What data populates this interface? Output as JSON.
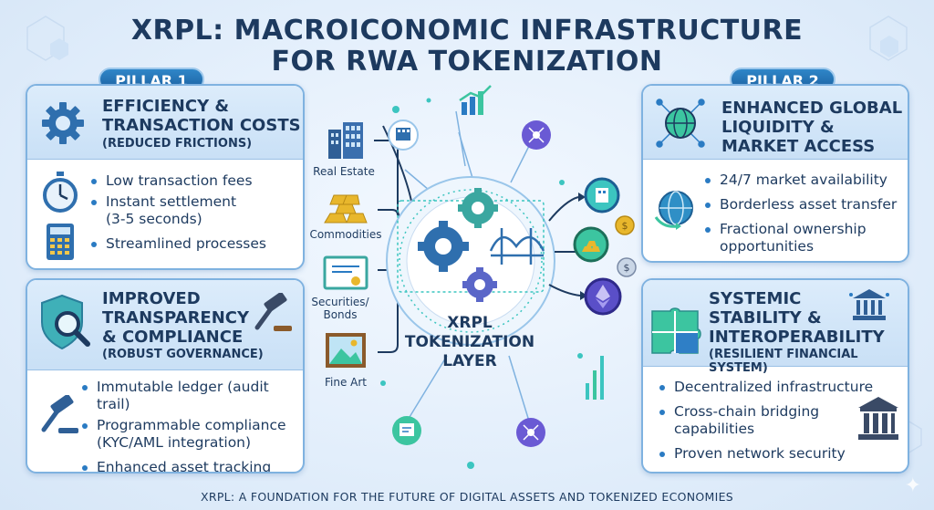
{
  "title": {
    "line1": "XRPL: MACROICONOMIC INFRASTRUCTURE",
    "line2": "FOR RWA TOKENIZATION"
  },
  "pillar1": {
    "label": "PILLAR 1"
  },
  "pillar2": {
    "label": "PILLAR 2"
  },
  "efficiency": {
    "title_line1": "EFFICIENCY &",
    "title_line2": "TRANSACTION COSTS",
    "subtitle": "(REDUCED FRICTIONS)",
    "bullets": [
      "Low transaction fees",
      "Instant settlement",
      "(3-5 seconds)",
      "Streamlined processes"
    ]
  },
  "transparency": {
    "title_line1": "IMPROVED",
    "title_line2": "TRANSPARENCY",
    "title_line3": "& COMPLIANCE",
    "subtitle": "(ROBUST GOVERNANCE)",
    "bullets": [
      "Immutable ledger (audit trail)",
      "Programmable compliance",
      "(KYC/AML integration)",
      "Enhanced asset tracking"
    ]
  },
  "liquidity": {
    "title_line1": "ENHANCED GLOBAL",
    "title_line2": "LIQUIDITY &",
    "title_line3": "MARKET ACCESS",
    "bullets": [
      "24/7 market availability",
      "Borderless asset transfer",
      "Fractional ownership",
      "opportunities"
    ]
  },
  "stability": {
    "title_line1": "SYSTEMIC",
    "title_line2": "STABILITY &",
    "title_line3": "INTEROPERABILITY",
    "subtitle": "(RESILIENT FINANCIAL SYSTEM)",
    "bullets": [
      "Decentralized infrastructure",
      "Cross-chain bridging",
      "capabilities",
      "Proven network security"
    ]
  },
  "assets": {
    "real_estate": "Real Estate",
    "commodities": "Commodities",
    "securities_line1": "Securities/",
    "securities_line2": "Bonds",
    "fine_art": "Fine Art"
  },
  "center": {
    "line1": "XRPL",
    "line2": "TOKENIZATION",
    "line3": "LAYER"
  },
  "footer": "XRPL: A FOUNDATION FOR THE FUTURE OF DIGITAL ASSETS AND TOKENIZED ECONOMIES",
  "colors": {
    "navy": "#1d3a5f",
    "accent_blue": "#2a7bc3",
    "teal": "#3cc5c0",
    "gold": "#e8b72c",
    "purple": "#6a5ad4"
  }
}
